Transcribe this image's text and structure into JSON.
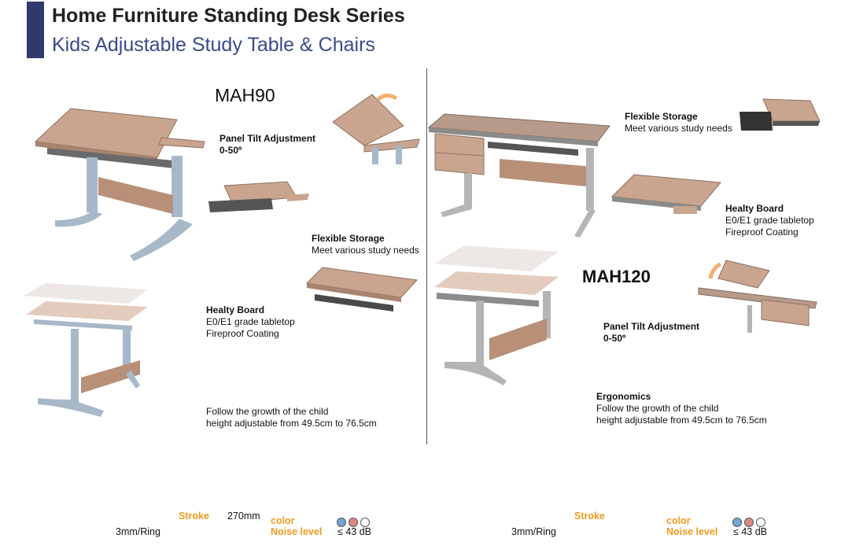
{
  "header": {
    "title": "Home Furniture Standing Desk Series",
    "subtitle": "Kids Adjustable Study Table & Chairs",
    "accent_color": "#2e3a6b"
  },
  "left": {
    "model": "MAH90",
    "features": [
      {
        "title": "Panel Tilt Adjustment",
        "text": "0-50º"
      },
      {
        "title": "Flexible Storage",
        "text": "Meet various study needs"
      },
      {
        "title": "Healty Board",
        "lines": [
          "E0/E1 grade tabletop",
          "Fireproof Coating"
        ]
      },
      {
        "lines": [
          "Follow the growth of the child",
          "height adjustable from 49.5cm to 76.5cm"
        ]
      }
    ],
    "specs": {
      "stroke_label": "Stroke",
      "stroke_value": "270mm",
      "ring": "3mm/Ring",
      "color_label": "color",
      "noise_label": "Noise level",
      "noise_value": "≤ 43 dB",
      "colors": [
        "#6fa6d6",
        "#d9897f",
        "#ffffff"
      ]
    }
  },
  "right": {
    "model": "MAH120",
    "features": [
      {
        "title": "Flexible Storage",
        "text": "Meet various study needs"
      },
      {
        "title": "Healty Board",
        "lines": [
          "E0/E1 grade tabletop",
          "Fireproof Coating"
        ]
      },
      {
        "title": "Panel Tilt Adjustment",
        "text": "0-50º"
      },
      {
        "title": "Ergonomics",
        "lines": [
          "Follow the growth of the child",
          "height adjustable from 49.5cm to 76.5cm"
        ]
      }
    ],
    "specs": {
      "stroke_label": "Stroke",
      "ring": "3mm/Ring",
      "color_label": "color",
      "noise_label": "Noise level",
      "noise_value": "≤ 43 dB",
      "colors": [
        "#6fa6d6",
        "#d9897f",
        "#ffffff"
      ]
    }
  }
}
